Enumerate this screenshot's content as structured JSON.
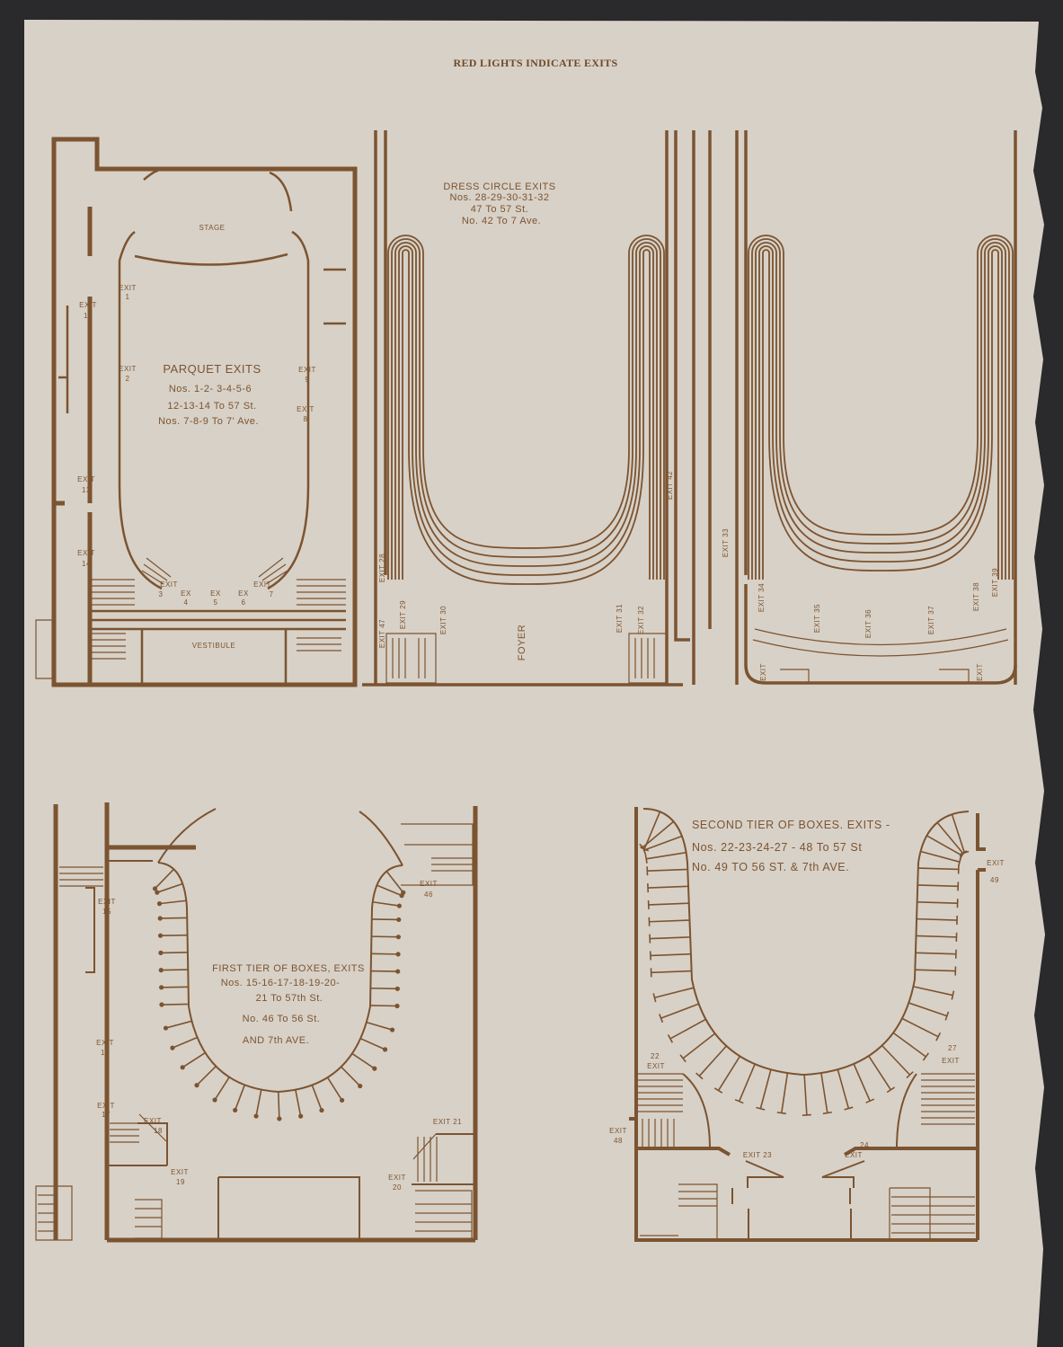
{
  "header": "RED LIGHTS INDICATE EXITS",
  "colors": {
    "ink": "#7b5431",
    "paper": "#d8d1c7",
    "backing": "#2a2a2c"
  },
  "parquet": {
    "stage": "STAGE",
    "vestibule": "VESTIBULE",
    "title": "PARQUET EXITS",
    "lines": [
      "Nos. 1-2- 3-4-5-6",
      "12-13-14 To 57 St.",
      "Nos. 7-8-9 To 7' Ave."
    ],
    "exits": [
      {
        "label": "EXIT",
        "num": "1"
      },
      {
        "label": "EXIT",
        "num": "12"
      },
      {
        "label": "EXIT",
        "num": "2"
      },
      {
        "label": "EXIT",
        "num": "9"
      },
      {
        "label": "EXIT",
        "num": "8"
      },
      {
        "label": "EXIT",
        "num": "13"
      },
      {
        "label": "EXIT",
        "num": "14"
      },
      {
        "label": "EXIT",
        "num": "3"
      },
      {
        "label": "EX",
        "num": "4"
      },
      {
        "label": "EX",
        "num": "5"
      },
      {
        "label": "EX",
        "num": "6"
      },
      {
        "label": "EXIT",
        "num": "7"
      }
    ]
  },
  "dress_circle": {
    "title": "DRESS CIRCLE EXITS",
    "lines": [
      "Nos. 28-29-30-31-32",
      "47 To 57 St.",
      "No. 42 To 7 Ave."
    ],
    "foyer": "FOYER",
    "exits": [
      "EXIT 28",
      "EXIT 47",
      "EXIT 29",
      "EXIT 30",
      "EXIT 31",
      "EXIT 32",
      "EXIT 42",
      "EXIT 33",
      "EXIT 34",
      "EXIT 35",
      "EXIT 36",
      "EXIT 37",
      "EXIT 38",
      "EXIT 39",
      "EXIT",
      "EXIT"
    ]
  },
  "first_tier": {
    "lines": [
      "FIRST TIER OF BOXES, EXITS",
      "Nos. 15-16-17-18-19-20-",
      "21 To 57th St.",
      "No. 46 To 56 St.",
      "AND 7th AVE."
    ],
    "exits": [
      {
        "label": "EXIT",
        "num": "15"
      },
      {
        "label": "EXIT",
        "num": "16"
      },
      {
        "label": "EXIT",
        "num": "17"
      },
      {
        "label": "EXIT",
        "num": "18"
      },
      {
        "label": "EXIT",
        "num": "19"
      },
      {
        "label": "EXIT",
        "num": "46"
      },
      {
        "label": "EXIT",
        "num": "20"
      },
      {
        "label": "EXIT 21",
        "num": ""
      }
    ]
  },
  "second_tier": {
    "lines": [
      "SECOND TIER OF BOXES. EXITS -",
      "Nos. 22-23-24-27 - 48 To 57 St",
      "No. 49 TO 56 ST. & 7th AVE."
    ],
    "exits": [
      {
        "label": "EXIT",
        "num": "49"
      },
      {
        "label": "EXIT",
        "num": "22"
      },
      {
        "label": "EXIT",
        "num": "27"
      },
      {
        "label": "EXIT",
        "num": "48"
      },
      {
        "label": "EXIT 23",
        "num": ""
      },
      {
        "label": "EXIT",
        "num": "24"
      }
    ]
  }
}
